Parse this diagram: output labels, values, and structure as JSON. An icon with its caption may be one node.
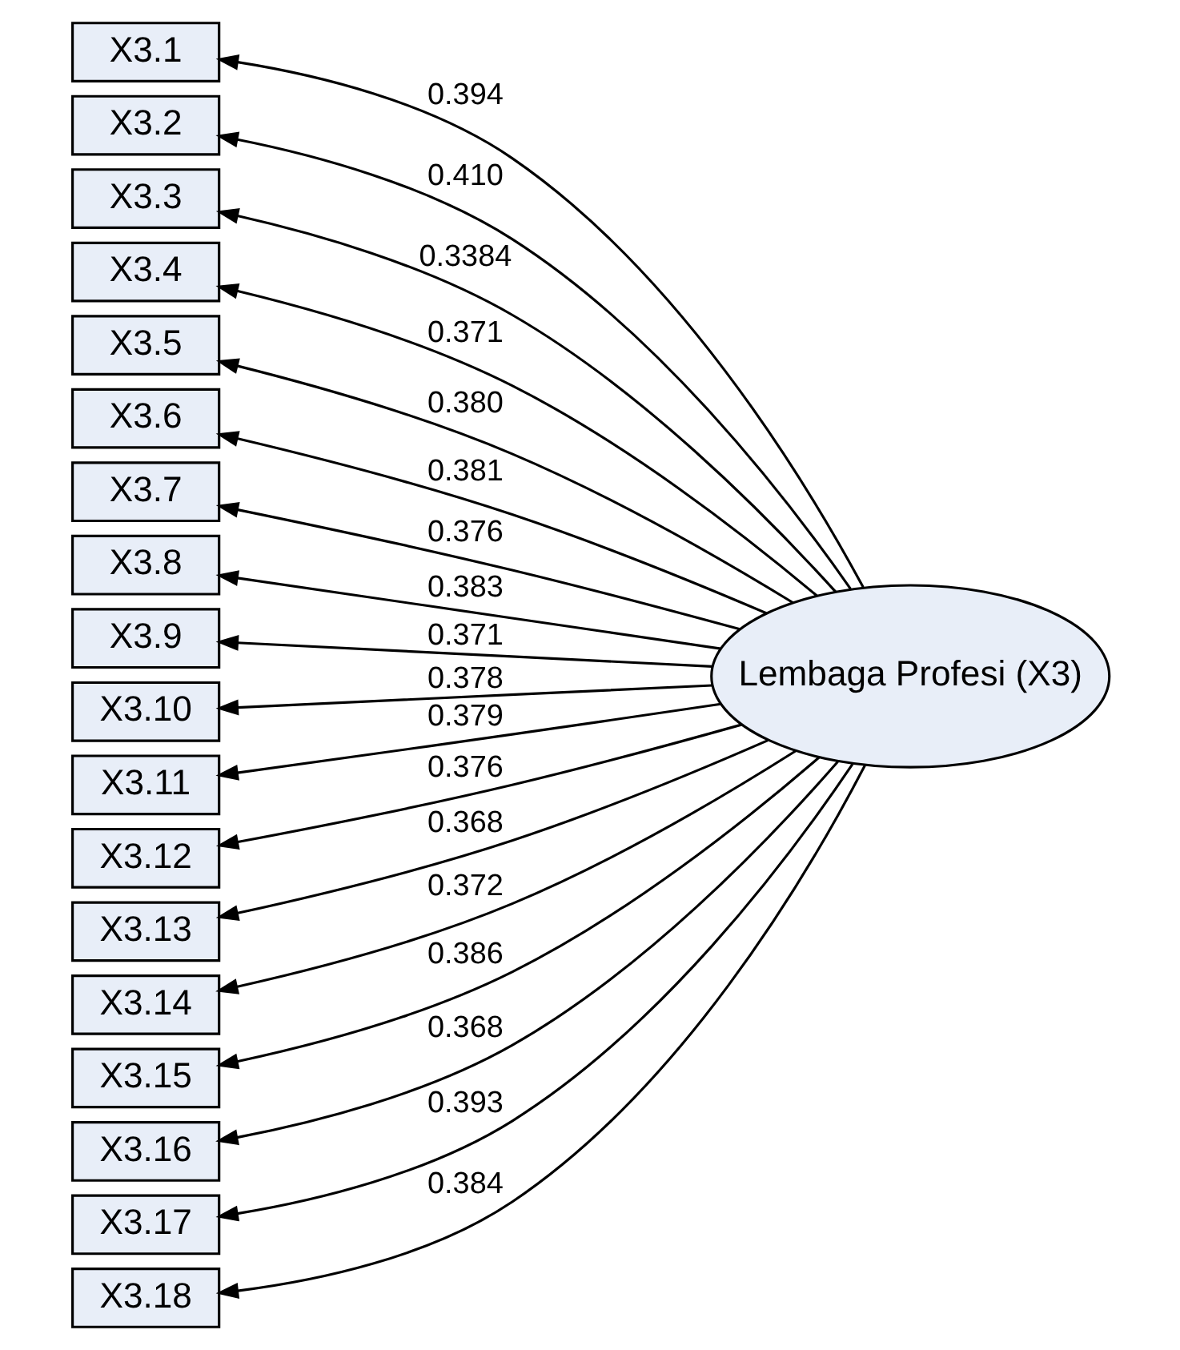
{
  "diagram": {
    "nodes": [
      {
        "text": [
          "X3.1"
        ]
      },
      {
        "text": [
          "X3.2"
        ]
      },
      {
        "text": [
          "X3.3"
        ]
      },
      {
        "text": [
          "X3.4"
        ]
      },
      {
        "text": [
          "X3.5"
        ]
      },
      {
        "text": [
          "X3.6"
        ]
      },
      {
        "text": [
          "X3.7"
        ]
      },
      {
        "text": [
          "X3.8"
        ]
      },
      {
        "text": [
          "X3.9"
        ]
      },
      {
        "text": [
          "X3.10"
        ]
      },
      {
        "text": [
          "X3.11"
        ]
      },
      {
        "text": [
          "X3.12"
        ]
      },
      {
        "text": [
          "X3.13"
        ]
      },
      {
        "text": [
          "X3.14"
        ]
      },
      {
        "text": [
          "X3.15"
        ]
      },
      {
        "text": [
          "X3.16"
        ]
      },
      {
        "text": [
          "X3.17"
        ]
      },
      {
        "text": [
          "X3.18"
        ]
      },
      {
        "text": [
          "Lembaga Profesi (X3)"
        ]
      }
    ],
    "edges": [
      {
        "from": 18,
        "to": 0,
        "arrow": "to",
        "label": "0.394"
      },
      {
        "from": 18,
        "to": 1,
        "arrow": "to",
        "label": "0.410"
      },
      {
        "from": 18,
        "to": 2,
        "arrow": "to",
        "label": "0.3384"
      },
      {
        "from": 18,
        "to": 3,
        "arrow": "to",
        "label": "0.371"
      },
      {
        "from": 18,
        "to": 4,
        "arrow": "to",
        "label": "0.380"
      },
      {
        "from": 18,
        "to": 5,
        "arrow": "to",
        "label": "0.381"
      },
      {
        "from": 18,
        "to": 6,
        "arrow": "to",
        "label": "0.376"
      },
      {
        "from": 18,
        "to": 7,
        "arrow": "to",
        "label": "0.383"
      },
      {
        "from": 18,
        "to": 8,
        "arrow": "to",
        "label": "0.371"
      },
      {
        "from": 18,
        "to": 9,
        "arrow": "to",
        "label": "0.378"
      },
      {
        "from": 18,
        "to": 10,
        "arrow": "to",
        "label": "0.379"
      },
      {
        "from": 18,
        "to": 11,
        "arrow": "to",
        "label": "0.376"
      },
      {
        "from": 18,
        "to": 12,
        "arrow": "to",
        "label": "0.368"
      },
      {
        "from": 18,
        "to": 13,
        "arrow": "to",
        "label": "0.372"
      },
      {
        "from": 18,
        "to": 14,
        "arrow": "to",
        "label": "0.386"
      },
      {
        "from": 18,
        "to": 15,
        "arrow": "to",
        "label": "0.368"
      },
      {
        "from": 18,
        "to": 16,
        "arrow": "to",
        "label": "0.393"
      },
      {
        "from": 18,
        "to": 17,
        "arrow": "to",
        "label": "0.384"
      }
    ]
  }
}
